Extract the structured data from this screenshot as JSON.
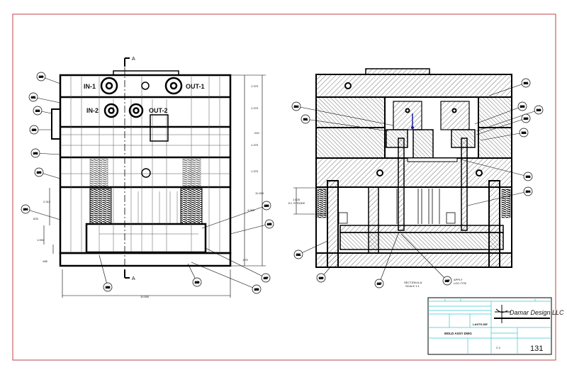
{
  "drawing": {
    "front_view": {
      "port_labels": [
        "IN-1",
        "OUT-1",
        "IN-2",
        "OUT-2"
      ],
      "section_marker": "A",
      "dimensions": {
        "plate_heights": [
          "1.375",
          "1.375",
          "1.375",
          "1.375"
        ],
        "gap": ".010",
        "lower_height": "4.000",
        "overall_height": "11.000",
        "overall_width": "10.500",
        "left_upper": "2.312",
        "left_mid": ".625",
        "left_lower": "1.050",
        "left_bottom": ".188",
        "right_bottom": ".875"
      },
      "balloons": [
        "100",
        "101",
        "112",
        "150",
        "102",
        "103",
        "104",
        "106",
        "105",
        "107",
        "108",
        "129",
        "122"
      ]
    },
    "section_view": {
      "title": "SECTION A-A",
      "scale": "SCALE 1:1",
      "stroke_label": "1.625",
      "stroke_sub": "EJ. STROKE",
      "note": "APPLY",
      "note_sub": "LOC-TITE",
      "balloons": [
        "214",
        "211",
        "201",
        "208",
        "210",
        "210",
        "212",
        "202",
        "204",
        "121",
        "120",
        "127",
        "127"
      ]
    }
  },
  "title_block": {
    "company": "Damar Design LLC",
    "title": "MOLD ASSY DWG",
    "part_label": "LASTS DIE",
    "sheet_number": "131",
    "sheet_of": "2    3"
  },
  "colors": {
    "border": "#c0404a",
    "title_block_lines": "#3cc6d0",
    "ink": "#000000",
    "datum": "#1a1aa0"
  }
}
